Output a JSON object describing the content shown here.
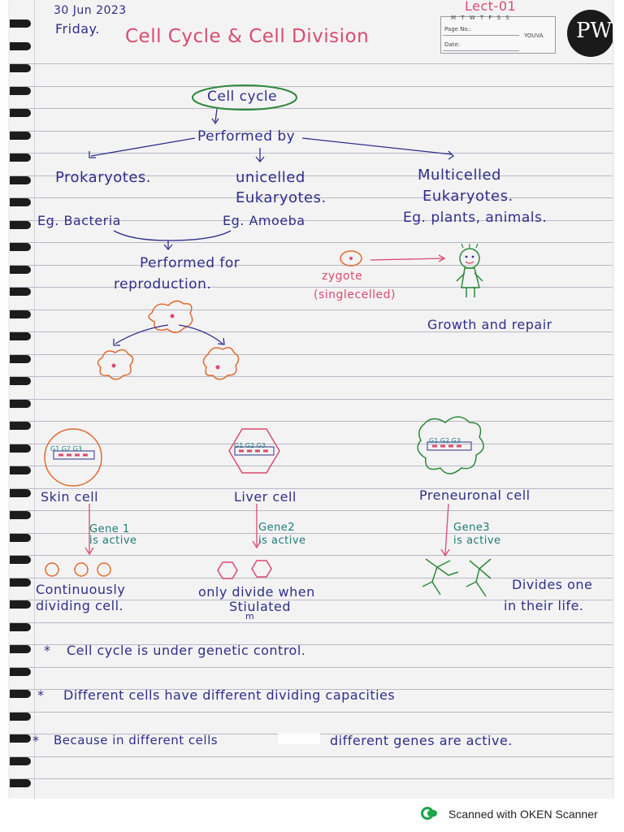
{
  "header": {
    "date": "30 Jun 2023",
    "day": "Friday.",
    "title": "Cell Cycle & Cell Division",
    "lecture": "Lect-01",
    "weekdays": "M  T  W  T  F  S  S",
    "page_no_label": "Page No.:",
    "date_label": "Date:",
    "brand": "YOUVA",
    "logo_text": "PW"
  },
  "notes": {
    "cell_cycle": "Cell cycle",
    "performed_by": "Performed by",
    "prokaryotes": "Prokaryotes.",
    "unicelled_1": "unicelled",
    "unicelled_2": "Eukaryotes.",
    "multicelled_1": "Multicelled",
    "multicelled_2": "Eukaryotes.",
    "eg_bacteria": "Eg. Bacteria",
    "eg_amoeba": "Eg. Amoeba",
    "eg_plants": "Eg. plants, animals.",
    "performed_for_1": "Performed for",
    "performed_for_2": "reproduction.",
    "zygote_1": "zygote",
    "zygote_2": "(singlecelled)",
    "growth_repair": "Growth and repair",
    "skin_cell": "Skin cell",
    "liver_cell": "Liver cell",
    "preneuronal_cell": "Preneuronal cell",
    "gene1_1": "Gene 1",
    "gene1_2": "is active",
    "gene2_1": "Gene2",
    "gene2_2": "is active",
    "gene3_1": "Gene3",
    "gene3_2": "is active",
    "g_labels": "G1 G2 G3",
    "continuously_1": "Continuously",
    "continuously_2": "dividing cell.",
    "only_divide_1": "only divide when",
    "only_divide_2": "Stiulated",
    "only_divide_3": "m",
    "divides_once_1": "Divides one",
    "divides_once_2": "in their life.",
    "bullet_1": "Cell cycle is under genetic control.",
    "bullet_2": "Different cells have different dividing capacities",
    "bullet_3a": "Because in different cells",
    "bullet_3b": "different genes are active.",
    "bullet_mark": "*"
  },
  "footer": {
    "scanner_text": "Scanned with OKEN Scanner",
    "scanner_icon": "oken-scanner-icon"
  },
  "colors": {
    "ink_blue": "#2e2f8a",
    "ink_pink": "#d94b6e",
    "ink_green": "#2d8a3a",
    "ink_orange": "#e06a2d",
    "ink_teal": "#1d7d78"
  }
}
